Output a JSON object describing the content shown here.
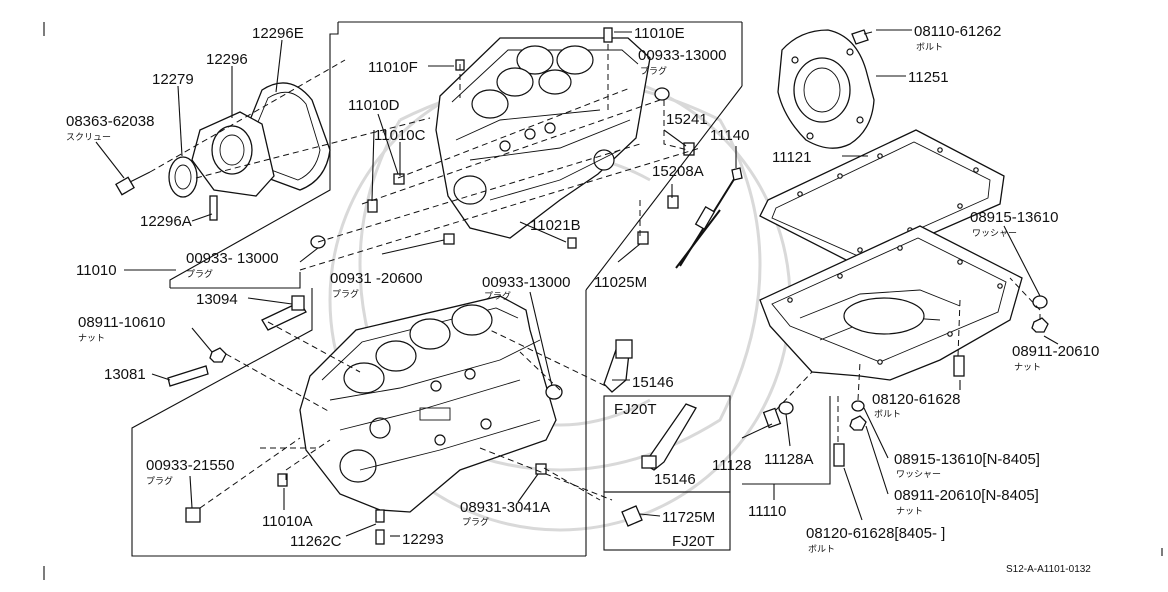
{
  "labels": {
    "p12296E": "12296E",
    "p12296": "12296",
    "p12279": "12279",
    "p08363": "08363-62038",
    "p08363_sub": "スクリュー",
    "p12296A": "12296A",
    "p11010F": "11010F",
    "p11010D": "11010D",
    "p11010C": "11010C",
    "p11010E": "11010E",
    "p00933_top": "00933-13000",
    "p00933_top_sub": "プラグ",
    "p15241": "15241",
    "p11140": "11140",
    "p15208A": "15208A",
    "p11021B": "11021B",
    "p11025M": "11025M",
    "p00933_left": "00933- 13000",
    "p00933_left_sub": "プラグ",
    "p11010": "11010",
    "p00931": "00931 -20600",
    "p00931_sub": "プラグ",
    "p00933_mid": "00933-13000",
    "p00933_mid_sub": "プラグ",
    "p13094": "13094",
    "p08911_10610": "08911-10610",
    "p08911_10610_sub": "ナット",
    "p13081": "13081",
    "p15146": "15146",
    "p00933_21550": "00933-21550",
    "p00933_21550_sub": "プラグ",
    "p11010A": "11010A",
    "p11262C": "11262C",
    "p12293": "12293",
    "p08931": "08931-3041A",
    "p08931_sub": "プラグ",
    "fj20t_top": "FJ20T",
    "p15146_box": "15146",
    "p11725M": "11725M",
    "fj20t_bottom": "FJ20T",
    "p08110": "08110-61262",
    "p08110_sub": "ボルト",
    "p11251": "11251",
    "p11121": "11121",
    "p08915_13610": "08915-13610",
    "p08915_13610_sub": "ワッシャー",
    "p08911_20610": "08911-20610",
    "p08911_20610_sub": "ナット",
    "p08120_61628": "08120-61628",
    "p08120_61628_sub": "ボルト",
    "p08915_n8405": "08915-13610[N-8405]",
    "p08915_n8405_sub": "ワッシャー",
    "p08911_n8405": "08911-20610[N-8405]",
    "p08911_n8405_sub": "ナット",
    "p11128": "11128",
    "p11128A": "11128A",
    "p11110": "11110",
    "p08120_8405": "08120-61628[8405-        ]",
    "p08120_8405_sub": "ボルト"
  },
  "reference_code": "S12-A-A1101-0132"
}
